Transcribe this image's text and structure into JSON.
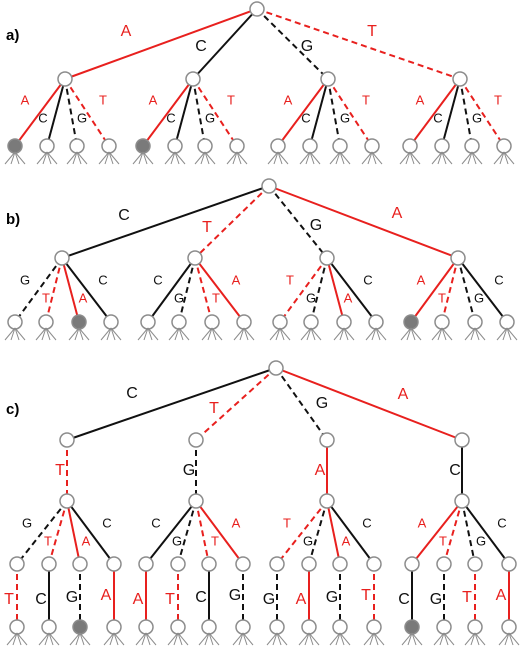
{
  "colors": {
    "red": "#e8201e",
    "black": "#111111",
    "node_stroke": "#8c8c8c",
    "node_fill": "#ffffff",
    "filled_node": "#7a7a7a"
  },
  "panels": [
    {
      "label": "a)"
    },
    {
      "label": "b)"
    },
    {
      "label": "c)"
    }
  ],
  "edge_letters": {
    "a_root": [
      "A",
      "C",
      "G",
      "T"
    ],
    "a_children": [
      "A",
      "C",
      "G",
      "T"
    ],
    "b_root": [
      "C",
      "T",
      "G",
      "A"
    ],
    "b_children": [
      [
        "G",
        "T",
        "A",
        "C"
      ],
      [
        "C",
        "G",
        "T",
        "A"
      ],
      [
        "T",
        "G",
        "A",
        "C"
      ],
      [
        "A",
        "T",
        "G",
        "C"
      ]
    ],
    "c_root": [
      "C",
      "T",
      "G",
      "A"
    ],
    "c_single": [
      "T",
      "G",
      "A",
      "C"
    ],
    "c_children": [
      [
        "G",
        "T",
        "A",
        "C"
      ],
      [
        "C",
        "G",
        "T",
        "A"
      ],
      [
        "T",
        "G",
        "A",
        "C"
      ],
      [
        "A",
        "T",
        "G",
        "C"
      ]
    ],
    "c_bottom": [
      [
        "T",
        "C",
        "G",
        "A"
      ],
      [
        "A",
        "T",
        "C",
        "G"
      ],
      [
        "G",
        "A",
        "G",
        "T"
      ],
      [
        "C",
        "G",
        "T",
        "A"
      ]
    ]
  },
  "filled_leaves": {
    "a": [
      0,
      4
    ],
    "b": [
      2,
      12
    ],
    "c": [
      2,
      12
    ]
  }
}
